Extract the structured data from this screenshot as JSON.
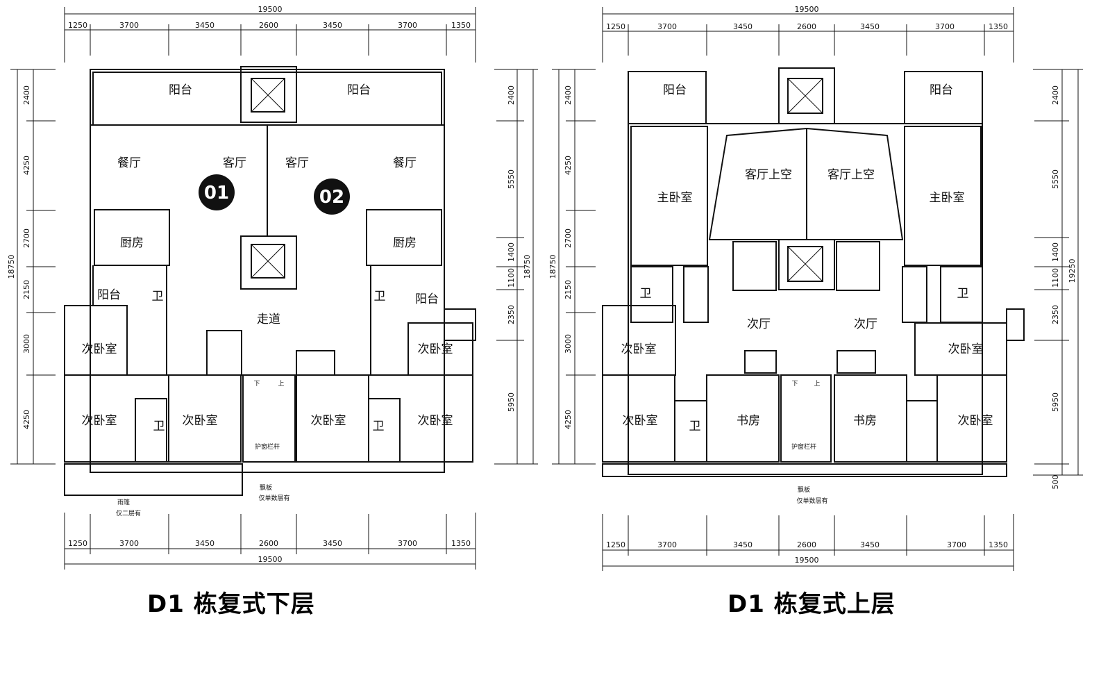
{
  "plans": [
    {
      "caption": "D1 栋复式下层",
      "top_total": "19500",
      "top_segments": [
        "1250",
        "3700",
        "3450",
        "2600",
        "3450",
        "3700",
        "1350"
      ],
      "bottom_total": "19500",
      "bottom_segments": [
        "1250",
        "3700",
        "3450",
        "2600",
        "3450",
        "3700",
        "1350"
      ],
      "left_total": "18750",
      "left_segments": [
        "2400",
        "4250",
        "2700",
        "2150",
        "3000",
        "4250"
      ],
      "right_total": "18750",
      "right_segments": [
        "2400",
        "5550",
        "1400",
        "1100",
        "2350",
        "5950"
      ],
      "unit_badges": [
        "01",
        "02"
      ],
      "rooms": {
        "balcony_l": "阳台",
        "balcony_r": "阳台",
        "dining_l": "餐厅",
        "living_l": "客厅",
        "living_r": "客厅",
        "dining_r": "餐厅",
        "kitchen_l": "厨房",
        "kitchen_r": "厨房",
        "balcony2_l": "阳台",
        "balcony2_r": "阳台",
        "wc_l": "卫",
        "wc_r": "卫",
        "corridor": "走道",
        "bed1_l": "次卧室",
        "bed1_r": "次卧室",
        "bed2_l": "次卧室",
        "bed3_l": "次卧室",
        "bed2_r": "次卧室",
        "bed3_r": "次卧室",
        "wc2_l": "卫",
        "wc2_r": "卫",
        "stair_down": "下",
        "stair_up": "上",
        "stair_label": "护窗栏杆",
        "canopy": "雨篷",
        "canopy_note": "仅二层有",
        "bay": "飘板",
        "bay_note": "仅单数层有"
      }
    },
    {
      "caption": "D1 栋复式上层",
      "top_total": "19500",
      "top_segments": [
        "1250",
        "3700",
        "3450",
        "2600",
        "3450",
        "3700",
        "1350"
      ],
      "bottom_total": "19500",
      "bottom_segments": [
        "1250",
        "3700",
        "3450",
        "2600",
        "3450",
        "3700",
        "1350"
      ],
      "left_total": "18750",
      "left_segments": [
        "2400",
        "4250",
        "2700",
        "2150",
        "3000",
        "4250"
      ],
      "right_total": "19250",
      "right_segments": [
        "2400",
        "5550",
        "1400",
        "1100",
        "2350",
        "5950",
        "500"
      ],
      "rooms": {
        "balcony_l": "阳台",
        "balcony_r": "阳台",
        "master_l": "主卧室",
        "master_r": "主卧室",
        "void_l": "客厅上空",
        "void_r": "客厅上空",
        "wc_l": "卫",
        "wc_r": "卫",
        "hall_l": "次厅",
        "hall_r": "次厅",
        "bed1_l": "次卧室",
        "bed1_r": "次卧室",
        "bed2_l": "次卧室",
        "bed2_r": "次卧室",
        "study_l": "书房",
        "study_r": "书房",
        "wc2_l": "卫",
        "stair_down": "下",
        "stair_up": "上",
        "stair_label": "护窗栏杆",
        "bay": "飘板",
        "bay_note": "仅单数层有"
      }
    }
  ]
}
